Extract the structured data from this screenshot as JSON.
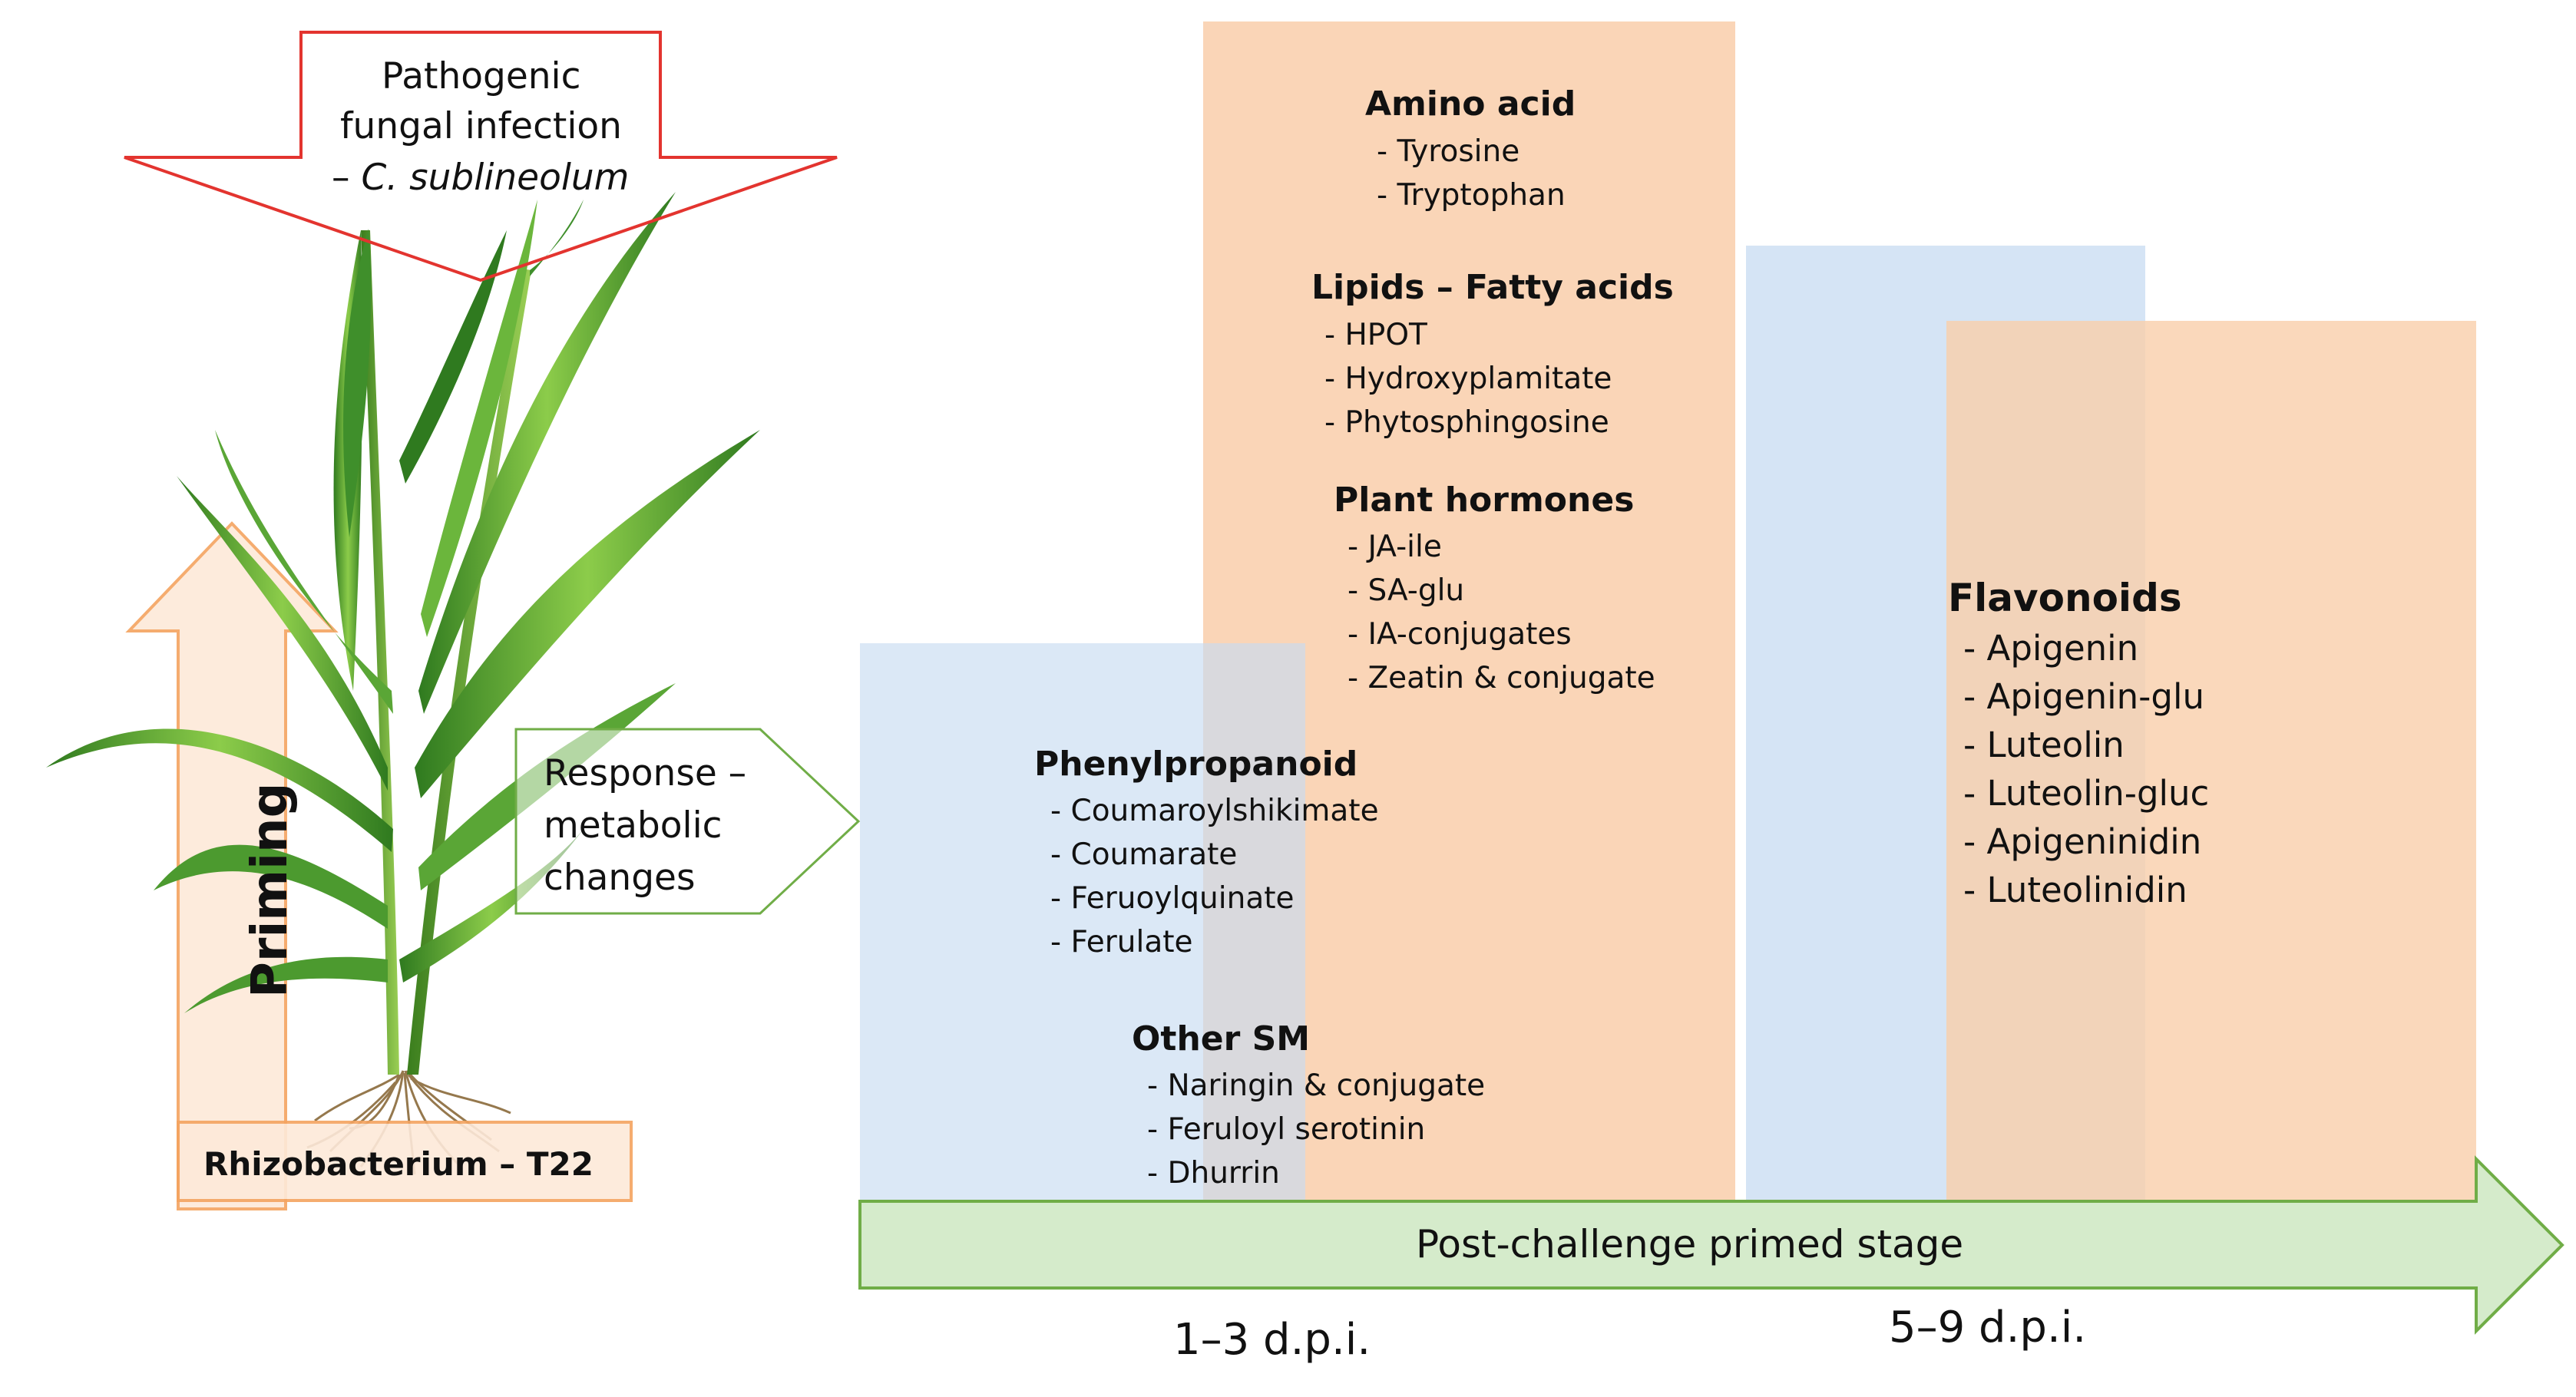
{
  "infection_arrow": {
    "line1": "Pathogenic",
    "line2": "fungal infection",
    "line3_prefix": "– ",
    "line3_species": "C. sublineolum"
  },
  "priming_label": "Priming",
  "rhizobacterium_label": "Rhizobacterium – T22",
  "response_arrow": {
    "line1": "Response –",
    "line2": "metabolic",
    "line3": "changes"
  },
  "stage_arrow_label": "Post-challenge primed stage",
  "time_labels": {
    "early": "1–3 d.p.i.",
    "late": "5–9 d.p.i."
  },
  "groups": {
    "amino_acid": {
      "title": "Amino acid",
      "items": [
        "- Tyrosine",
        "- Tryptophan"
      ]
    },
    "lipids": {
      "title": "Lipids – Fatty acids",
      "items": [
        "- HPOT",
        "- Hydroxyplamitate",
        "- Phytosphingosine"
      ]
    },
    "plant_hormones": {
      "title": "Plant hormones",
      "items": [
        "- JA-ile",
        "- SA-glu",
        "- IA-conjugates",
        "- Zeatin & conjugate"
      ]
    },
    "phenylpropanoid": {
      "title": "Phenylpropanoid",
      "items": [
        "- Coumaroylshikimate",
        "- Coumarate",
        "- Feruoylquinate",
        "- Ferulate"
      ]
    },
    "other_sm": {
      "title": "Other SM",
      "items": [
        "- Naringin & conjugate",
        "- Feruloyl serotinin",
        "- Dhurrin"
      ]
    },
    "flavonoids": {
      "title": "Flavonoids",
      "items": [
        "- Apigenin",
        "- Apigenin-glu",
        "- Luteolin",
        "- Luteolin-gluc",
        "- Apigeninidin",
        "- Luteolinidin"
      ]
    }
  },
  "colors": {
    "orange_block": "#f9ceaa",
    "blue_block": "#c7dbf1",
    "green_arrow_fill": "#d5ebcb",
    "green_arrow_stroke": "#70ad47",
    "red_arrow_stroke": "#e3342f",
    "priming_fill": "#fde9d9",
    "orange_stroke": "#f4a460",
    "leaf_dark": "#2e7d22",
    "leaf_light": "#7cc243"
  }
}
